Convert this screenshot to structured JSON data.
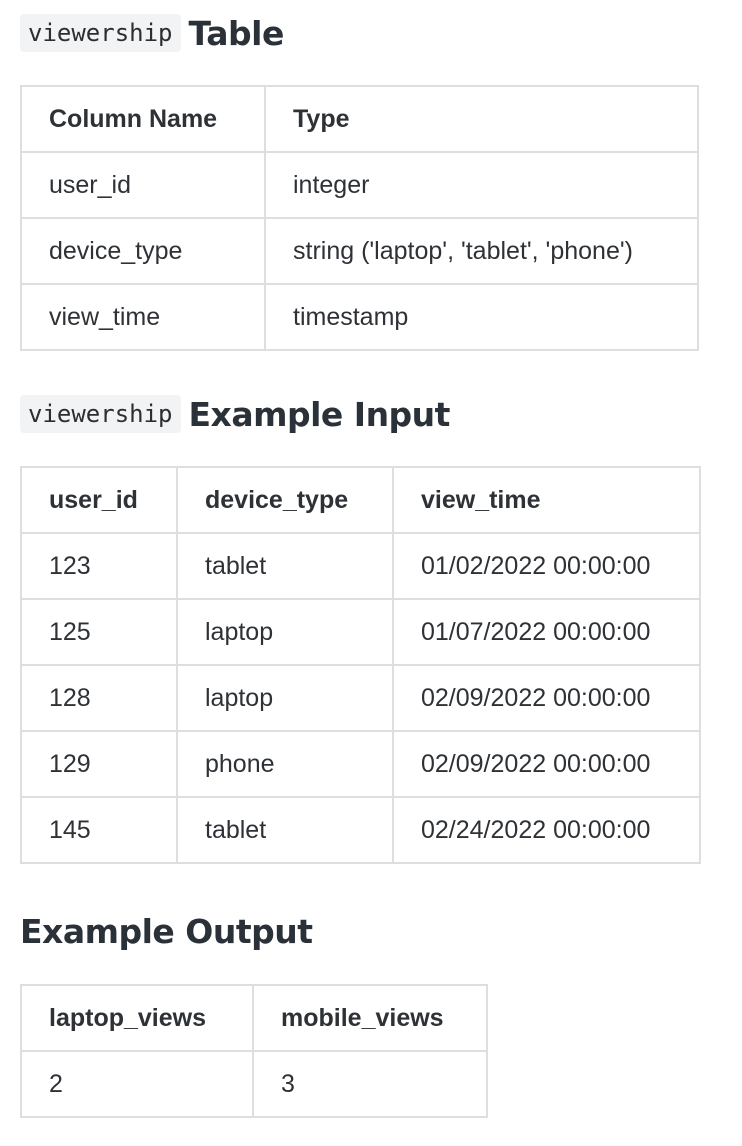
{
  "section1": {
    "code": "viewership",
    "title": "Table",
    "headers": [
      "Column Name",
      "Type"
    ],
    "rows": [
      [
        "user_id",
        "integer"
      ],
      [
        "device_type",
        "string ('laptop', 'tablet', 'phone')"
      ],
      [
        "view_time",
        "timestamp"
      ]
    ]
  },
  "section2": {
    "code": "viewership",
    "title": "Example Input",
    "headers": [
      "user_id",
      "device_type",
      "view_time"
    ],
    "rows": [
      [
        "123",
        "tablet",
        "01/02/2022 00:00:00"
      ],
      [
        "125",
        "laptop",
        "01/07/2022 00:00:00"
      ],
      [
        "128",
        "laptop",
        "02/09/2022 00:00:00"
      ],
      [
        "129",
        "phone",
        "02/09/2022 00:00:00"
      ],
      [
        "145",
        "tablet",
        "02/24/2022 00:00:00"
      ]
    ]
  },
  "section3": {
    "title": "Example Output",
    "headers": [
      "laptop_views",
      "mobile_views"
    ],
    "rows": [
      [
        "2",
        "3"
      ]
    ]
  }
}
